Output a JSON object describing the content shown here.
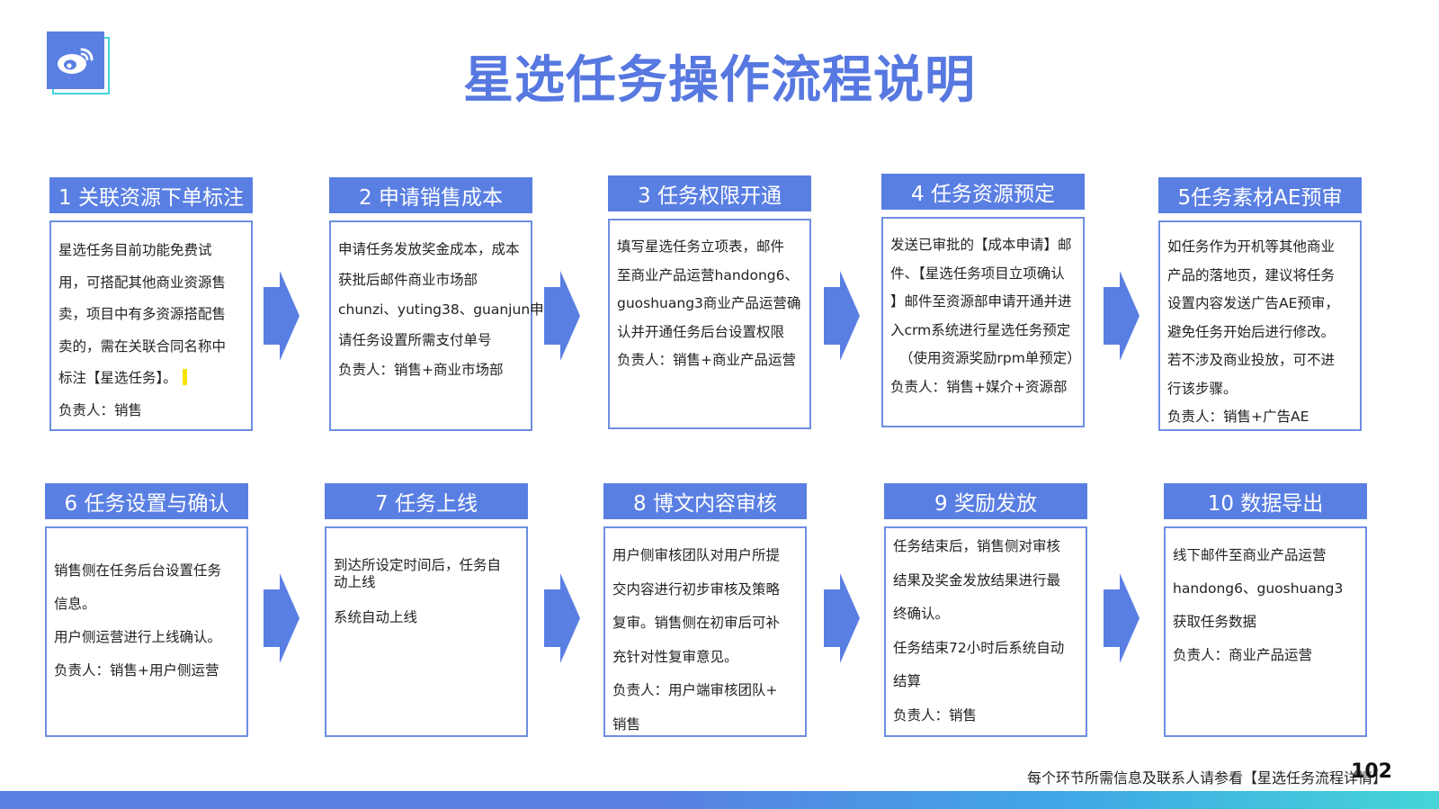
{
  "title": "星选任务操作流程说明",
  "accent_color": "#5a7fe3",
  "logo_icon": "weibo-icon",
  "arrow_icon": "right-arrow-icon",
  "steps": [
    {
      "header": "1 关联资源下单标注",
      "lines": [
        "星选任务目前功能免费试",
        "用，可搭配其他商业资源售",
        "卖，项目中有多资源搭配售",
        "卖的，需在关联合同名称中",
        "标注【星选任务】。",
        "负责人：销售"
      ]
    },
    {
      "header": "2 申请销售成本",
      "lines": [
        "申请任务发放奖金成本，成本",
        "获批后邮件商业市场部",
        "chunzi、yuting38、guanjun申",
        "请任务设置所需支付单号",
        "负责人：销售+商业市场部"
      ]
    },
    {
      "header": "3 任务权限开通",
      "lines": [
        "填写星选任务立项表，邮件",
        "至商业产品运营handong6、",
        "guoshuang3商业产品运营确",
        "认并开通任务后台设置权限",
        "负责人：销售+商业产品运营"
      ]
    },
    {
      "header": "4 任务资源预定",
      "lines": [
        "发送已审批的【成本申请】邮",
        "件、【星选任务项目立项确认",
        "】邮件至资源部申请开通并进",
        "入crm系统进行星选任务预定",
        "（使用资源奖励rpm单预定）",
        "负责人：销售+媒介+资源部"
      ]
    },
    {
      "header": "5任务素材AE预审",
      "lines": [
        "如任务作为开机等其他商业",
        "产品的落地页，建议将任务",
        "设置内容发送广告AE预审，",
        "避免任务开始后进行修改。",
        "若不涉及商业投放，可不进",
        "行该步骤。",
        "负责人：销售+广告AE"
      ]
    },
    {
      "header": "6 任务设置与确认",
      "lines": [
        "销售侧在任务后台设置任务",
        "信息。",
        "用户侧运营进行上线确认。",
        "负责人：销售+用户侧运营"
      ]
    },
    {
      "header": "7 任务上线",
      "lines": [
        "到达所设定时间后，任务自",
        "动上线",
        "系统自动上线"
      ]
    },
    {
      "header": "8 博文内容审核",
      "lines": [
        "用户侧审核团队对用户所提",
        "交内容进行初步审核及策略",
        "复审。销售侧在初审后可补",
        "充针对性复审意见。",
        "负责人：用户端审核团队+",
        "销售"
      ]
    },
    {
      "header": "9 奖励发放",
      "lines": [
        "任务结束后，销售侧对审核",
        "结果及奖金发放结果进行最",
        "终确认。",
        "任务结束72小时后系统自动",
        "结算",
        "负责人：销售"
      ]
    },
    {
      "header": "10 数据导出",
      "lines": [
        "线下邮件至商业产品运营",
        "handong6、guoshuang3",
        "获取任务数据",
        "负责人：商业产品运营"
      ]
    }
  ],
  "footer": {
    "note": "每个环节所需信息及联系人请参看【星选任务流程详情】",
    "page_number": "102"
  }
}
